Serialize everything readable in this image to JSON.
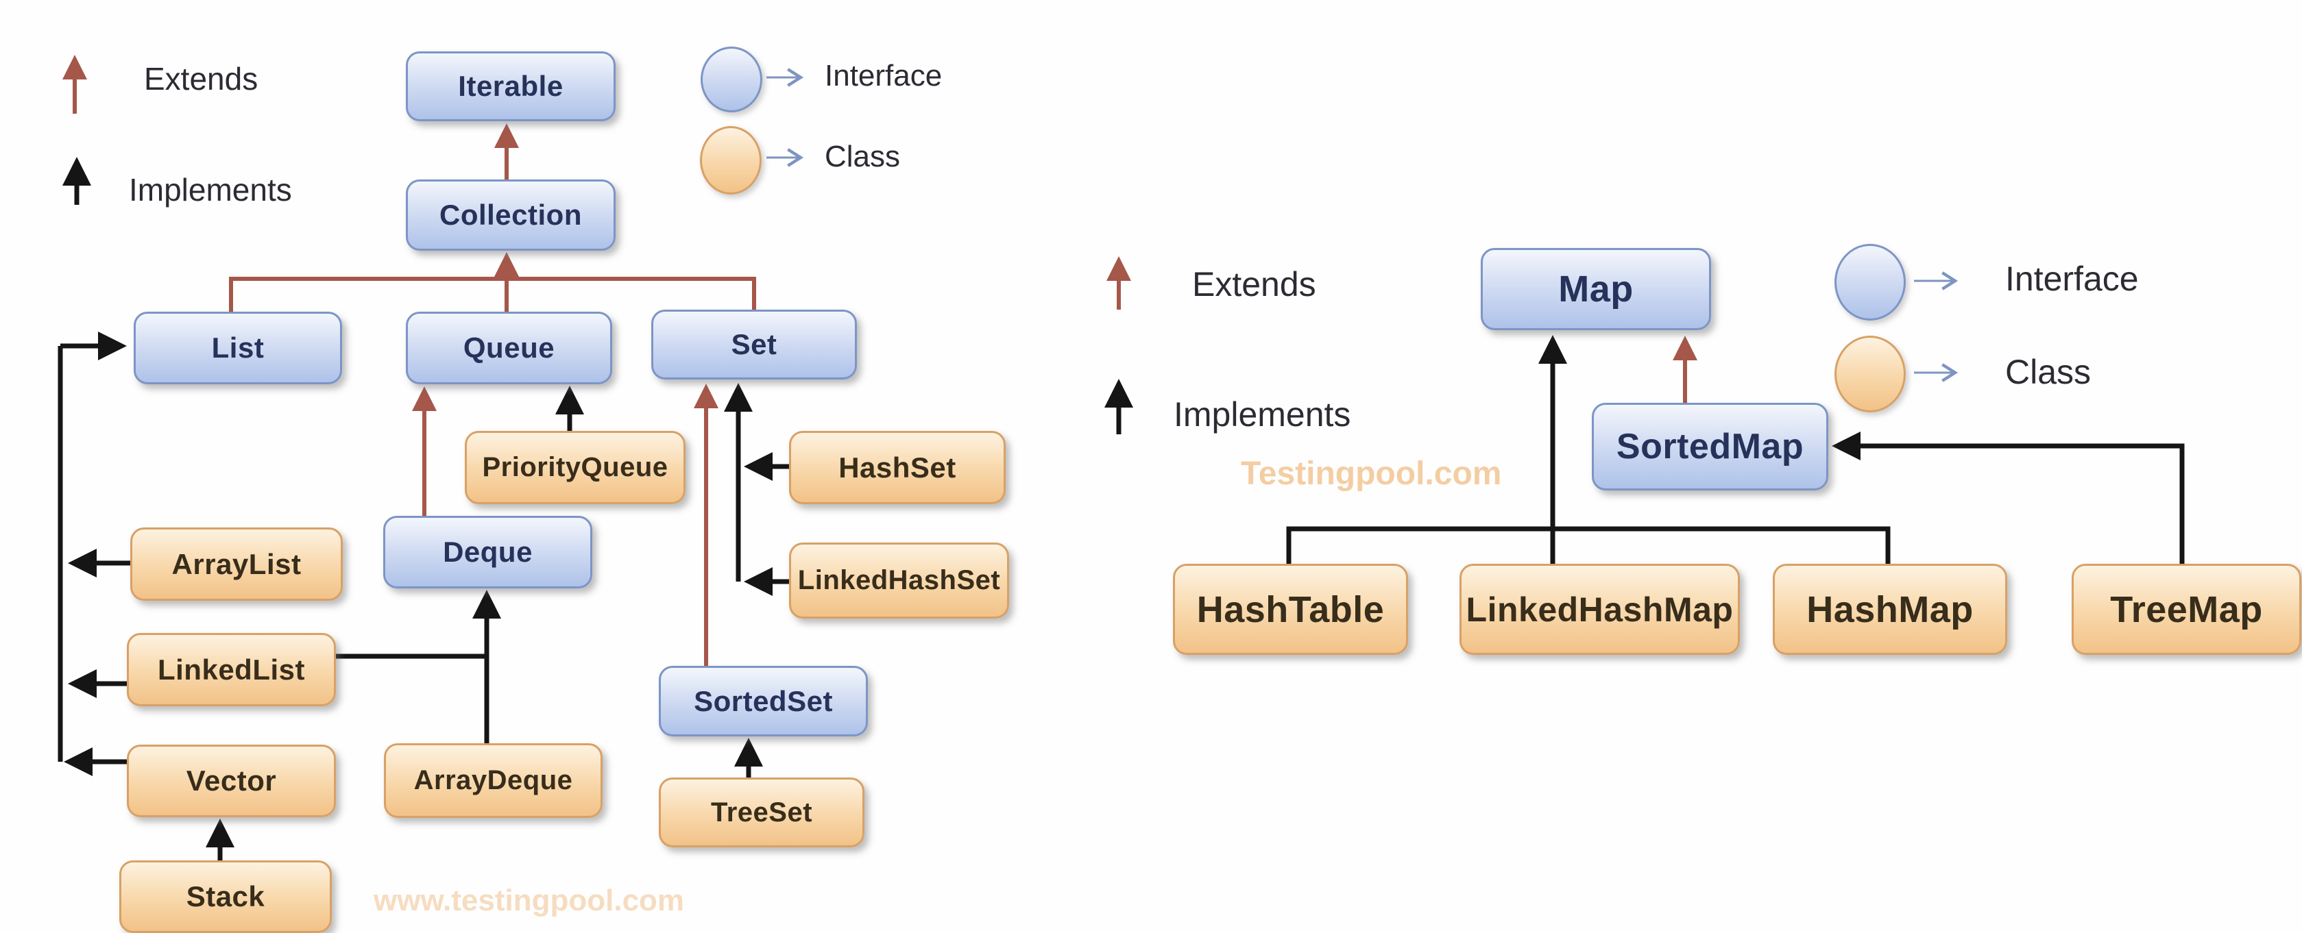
{
  "left": {
    "legend": {
      "extends": "Extends",
      "implements": "Implements",
      "interface": "Interface",
      "class": "Class"
    },
    "nodes": {
      "iterable": {
        "label": "Iterable",
        "type": "interface"
      },
      "collection": {
        "label": "Collection",
        "type": "interface"
      },
      "list": {
        "label": "List",
        "type": "interface"
      },
      "queue": {
        "label": "Queue",
        "type": "interface"
      },
      "set": {
        "label": "Set",
        "type": "interface"
      },
      "priorityqueue": {
        "label": "PriorityQueue",
        "type": "class"
      },
      "hashset": {
        "label": "HashSet",
        "type": "class"
      },
      "linkedhashset": {
        "label": "LinkedHashSet",
        "type": "class"
      },
      "arraylist": {
        "label": "ArrayList",
        "type": "class"
      },
      "deque": {
        "label": "Deque",
        "type": "interface"
      },
      "linkedlist": {
        "label": "LinkedList",
        "type": "class"
      },
      "vector": {
        "label": "Vector",
        "type": "class"
      },
      "arraydeque": {
        "label": "ArrayDeque",
        "type": "class"
      },
      "sortedset": {
        "label": "SortedSet",
        "type": "interface"
      },
      "treeset": {
        "label": "TreeSet",
        "type": "class"
      },
      "stack": {
        "label": "Stack",
        "type": "class"
      }
    },
    "edges": [
      {
        "from": "Collection",
        "to": "Iterable",
        "relation": "extends"
      },
      {
        "from": "List",
        "to": "Collection",
        "relation": "extends"
      },
      {
        "from": "Queue",
        "to": "Collection",
        "relation": "extends"
      },
      {
        "from": "Set",
        "to": "Collection",
        "relation": "extends"
      },
      {
        "from": "Deque",
        "to": "Queue",
        "relation": "extends"
      },
      {
        "from": "PriorityQueue",
        "to": "Queue",
        "relation": "implements"
      },
      {
        "from": "SortedSet",
        "to": "Set",
        "relation": "extends"
      },
      {
        "from": "HashSet",
        "to": "Set",
        "relation": "implements"
      },
      {
        "from": "LinkedHashSet",
        "to": "Set",
        "relation": "implements"
      },
      {
        "from": "ArrayList",
        "to": "List",
        "relation": "implements"
      },
      {
        "from": "LinkedList",
        "to": "List",
        "relation": "implements"
      },
      {
        "from": "Vector",
        "to": "List",
        "relation": "implements"
      },
      {
        "from": "LinkedList",
        "to": "Deque",
        "relation": "implements"
      },
      {
        "from": "ArrayDeque",
        "to": "Deque",
        "relation": "implements"
      },
      {
        "from": "TreeSet",
        "to": "SortedSet",
        "relation": "implements"
      },
      {
        "from": "Stack",
        "to": "Vector",
        "relation": "implements"
      }
    ],
    "watermark": "www.testingpool.com"
  },
  "right": {
    "legend": {
      "extends": "Extends",
      "implements": "Implements",
      "interface": "Interface",
      "class": "Class"
    },
    "nodes": {
      "map": {
        "label": "Map",
        "type": "interface"
      },
      "sortedmap": {
        "label": "SortedMap",
        "type": "interface"
      },
      "hashtable": {
        "label": "HashTable",
        "type": "class"
      },
      "linkedhashmap": {
        "label": "LinkedHashMap",
        "type": "class"
      },
      "hashmap": {
        "label": "HashMap",
        "type": "class"
      },
      "treemap": {
        "label": "TreeMap",
        "type": "class"
      }
    },
    "edges": [
      {
        "from": "SortedMap",
        "to": "Map",
        "relation": "extends"
      },
      {
        "from": "LinkedHashMap",
        "to": "Map",
        "relation": "implements"
      },
      {
        "from": "HashTable",
        "to": "Map",
        "relation": "implements"
      },
      {
        "from": "HashMap",
        "to": "Map",
        "relation": "implements"
      },
      {
        "from": "TreeMap",
        "to": "SortedMap",
        "relation": "implements"
      }
    ],
    "watermark": "Testingpool.com"
  },
  "colors": {
    "extends_arrow": "#a5574a",
    "implements_arrow": "#151515",
    "interface_fill_top": "#f3f6fc",
    "interface_fill_bottom": "#aec2e9",
    "interface_border": "#7d95c5",
    "class_fill_top": "#fdf2e0",
    "class_fill_bottom": "#f2c288",
    "class_border": "#d8a166",
    "legend_pointer": "#7e95c2",
    "watermark_left": "#f6dcc0",
    "watermark_right": "#f4cda2"
  }
}
